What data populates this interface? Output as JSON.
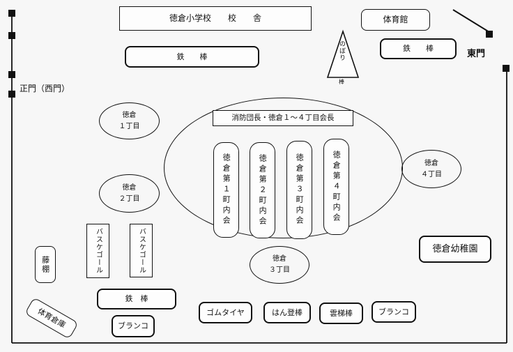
{
  "school_building": "徳倉小学校　　校　　舎",
  "gymnasium": "体育館",
  "bars_top_left": "鉄　　棒",
  "bars_top_right": "鉄　　棒",
  "bars_bottom": "鉄　棒",
  "east_gate": "東門",
  "main_gate": "正門（西門）",
  "nobori_pole_text": "のぼり",
  "nobori_pole_caption": "棒",
  "officials_label": "消防団長・徳倉１～４丁目会長",
  "neighborhood_posts": [
    "徳倉第１町内会",
    "徳倉第２町内会",
    "徳倉第３町内会",
    "徳倉第４町内会"
  ],
  "area_1": "徳倉\n１丁目",
  "area_2": "徳倉\n２丁目",
  "area_3": "徳倉\n３丁目",
  "area_4": "徳倉\n４丁目",
  "basket_goal_1": "バスケゴール",
  "basket_goal_2": "バスケゴール",
  "bench": "藤棚",
  "gym_storage": "体育倉庫",
  "kindergarten": "徳倉幼稚園",
  "tire_play": "ゴムタイヤ",
  "climbing_bars": "はん登棒",
  "monkey_bars": "雲梯棒",
  "swing_bottom_left": "ブランコ",
  "swing_bottom_right": "ブランコ"
}
